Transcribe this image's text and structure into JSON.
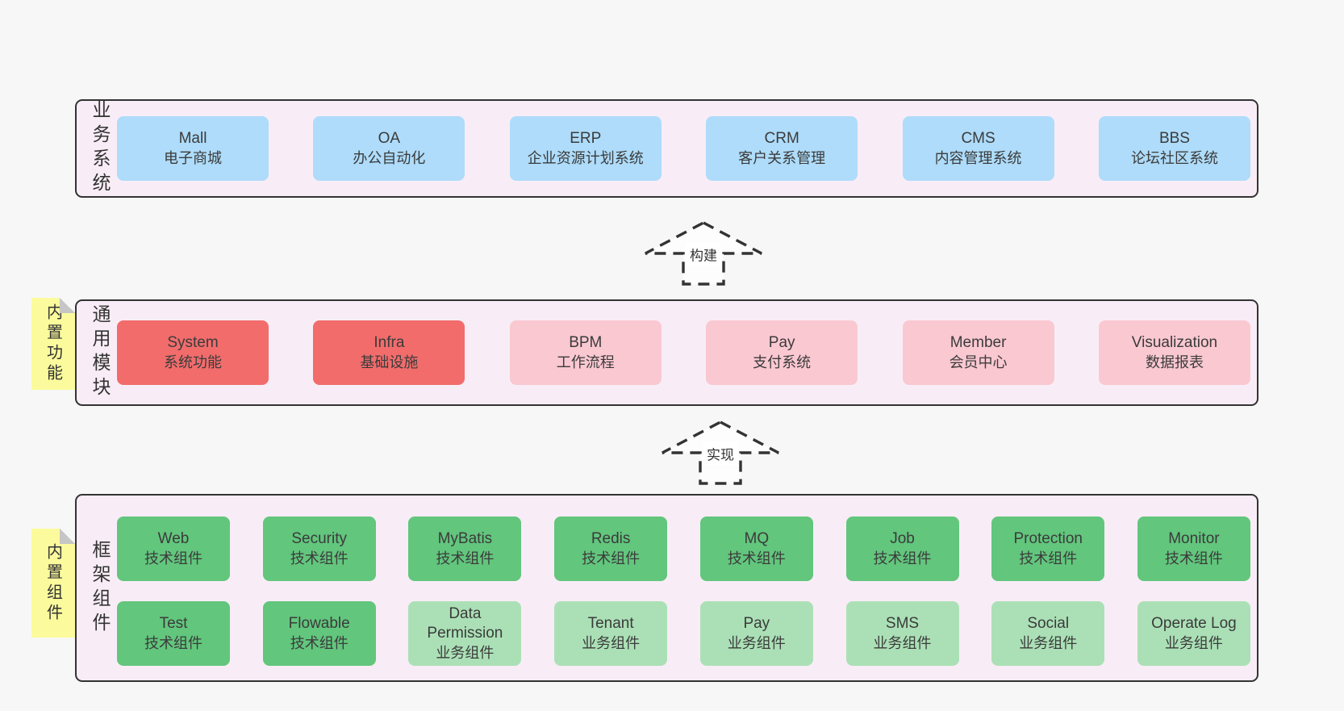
{
  "layers": [
    {
      "label": "业务系统",
      "boxes": [
        {
          "title": "Mall",
          "subtitle": "电子商城"
        },
        {
          "title": "OA",
          "subtitle": "办公自动化"
        },
        {
          "title": "ERP",
          "subtitle": "企业资源计划系统"
        },
        {
          "title": "CRM",
          "subtitle": "客户关系管理"
        },
        {
          "title": "CMS",
          "subtitle": "内容管理系统"
        },
        {
          "title": "BBS",
          "subtitle": "论坛社区系统"
        }
      ]
    },
    {
      "label": "通用模块",
      "note": "内置功能",
      "boxes": [
        {
          "title": "System",
          "subtitle": "系统功能"
        },
        {
          "title": "Infra",
          "subtitle": "基础设施"
        },
        {
          "title": "BPM",
          "subtitle": "工作流程"
        },
        {
          "title": "Pay",
          "subtitle": "支付系统"
        },
        {
          "title": "Member",
          "subtitle": "会员中心"
        },
        {
          "title": "Visualization",
          "subtitle": "数据报表"
        }
      ]
    },
    {
      "label": "框架组件",
      "note": "内置组件",
      "rows": [
        [
          {
            "title": "Web",
            "subtitle": "技术组件"
          },
          {
            "title": "Security",
            "subtitle": "技术组件"
          },
          {
            "title": "MyBatis",
            "subtitle": "技术组件"
          },
          {
            "title": "Redis",
            "subtitle": "技术组件"
          },
          {
            "title": "MQ",
            "subtitle": "技术组件"
          },
          {
            "title": "Job",
            "subtitle": "技术组件"
          },
          {
            "title": "Protection",
            "subtitle": "技术组件"
          },
          {
            "title": "Monitor",
            "subtitle": "技术组件"
          }
        ],
        [
          {
            "title": "Test",
            "subtitle": "技术组件"
          },
          {
            "title": "Flowable",
            "subtitle": "技术组件"
          },
          {
            "title": "Data Permission",
            "subtitle": "业务组件"
          },
          {
            "title": "Tenant",
            "subtitle": "业务组件"
          },
          {
            "title": "Pay",
            "subtitle": "业务组件"
          },
          {
            "title": "SMS",
            "subtitle": "业务组件"
          },
          {
            "title": "Social",
            "subtitle": "业务组件"
          },
          {
            "title": "Operate Log",
            "subtitle": "业务组件"
          }
        ]
      ]
    }
  ],
  "arrows": [
    {
      "label": "构建"
    },
    {
      "label": "实现"
    }
  ],
  "colors": {
    "page_bg": "#f7f7f7",
    "panel_bg": "#f8edf6",
    "panel_border": "#333333",
    "blue_box": "#aedcfa",
    "red_box": "#f26c6c",
    "pink_box": "#fac8d1",
    "green_box": "#62c67d",
    "light_green_box": "#abe0b6",
    "note_yellow": "#fbfb9d",
    "fold_gray": "#c6c6c6",
    "text": "#3b3b3b"
  }
}
